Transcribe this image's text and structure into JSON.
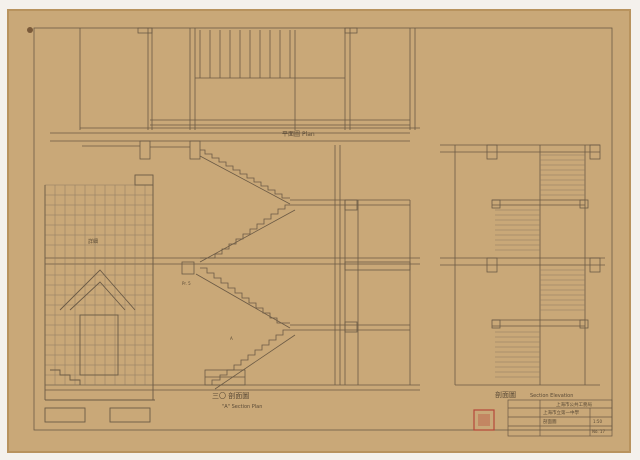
{
  "drawing": {
    "colors": {
      "paper": "#c9a878",
      "paper_edge": "#b8935e",
      "ink": "#6b5a45",
      "ink_light": "#8c7a62",
      "background": "#f4f1ec",
      "stamp": "#b6473a"
    },
    "labels": {
      "top_plan_label": "平面圖",
      "top_plan_sub": "Plan",
      "section_title": "三〇 剖面圖",
      "section_sub": "\"A\" Section Plan",
      "right_title": "剖面圖",
      "right_sub": "Section Elevation",
      "left_note": "詳細",
      "note_a": "Pr. 5",
      "note_b": "A",
      "title_block_name": "上海市公共工務局",
      "title_block_project": "上海市立第一中學",
      "title_block_sheet": "剖面圖",
      "scale": "1:50",
      "sheet_no": "No. 17"
    }
  }
}
